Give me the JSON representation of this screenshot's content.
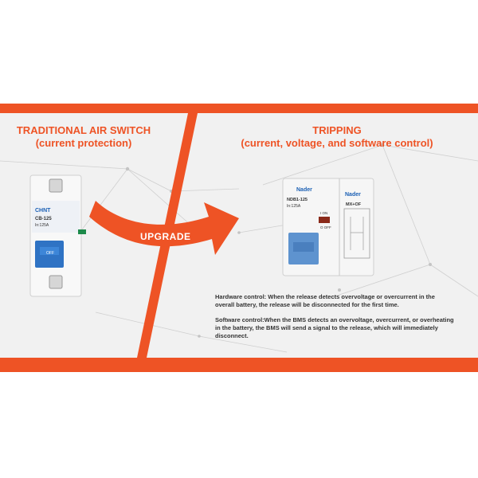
{
  "colors": {
    "accent": "#ee5325",
    "panel": "#f1f1f1",
    "text": "#333333"
  },
  "left": {
    "title_line1": "TRADITIONAL AIR SWITCH",
    "title_line2": "(current protection)",
    "device": {
      "brand": "CHNT",
      "model": "CB-125",
      "rating": "In:125A",
      "handle": "OFF"
    }
  },
  "arrow": {
    "label": "UPGRADE"
  },
  "right": {
    "title_line1": "TRIPPING",
    "title_line2": "(current, voltage, and software control)",
    "device": {
      "brand_left": "Nader",
      "brand_right": "Nader",
      "model": "NDB1-125",
      "rating": "In:125A",
      "module": "MX+OF",
      "on_label": "I ON",
      "off_label": "O OFF"
    },
    "hardware_text": "Hardware control:  When the release detects overvoltage or overcurrent in the overall battery, the release will be disconnected for the first time.",
    "software_text": "Software control:When the BMS detects an overvoltage, overcurrent, or overheating in the battery, the BMS will send a signal to the release, which will immediately disconnect."
  }
}
